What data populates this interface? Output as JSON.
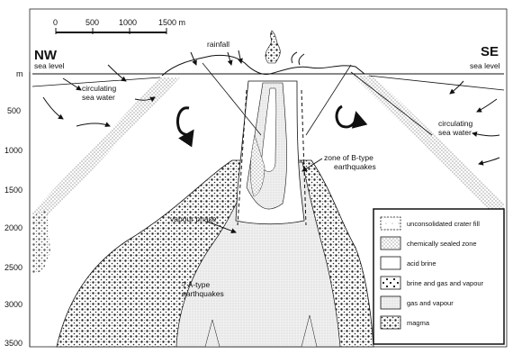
{
  "scale_bar": {
    "ticks": [
      "0",
      "500",
      "1000",
      "1500 m"
    ]
  },
  "directions": {
    "left": "NW",
    "right": "SE"
  },
  "sea_level": {
    "left": "sea level",
    "right": "sea level"
  },
  "depth_axis": {
    "unit": "m",
    "ticks": [
      "500",
      "1000",
      "1500",
      "2000",
      "2500",
      "3000",
      "3500"
    ]
  },
  "labels": {
    "rainfall": "rainfall",
    "circ_left": [
      "circulating",
      "sea water"
    ],
    "circ_right": [
      "circulating",
      "sea water"
    ],
    "zone_b": [
      "zone of B-type",
      "earthquakes"
    ],
    "vapour_phase": "vapour phase",
    "a_type": [
      "? A-type",
      "earthquakes"
    ]
  },
  "legend": [
    {
      "label": "unconsolidated crater fill",
      "pattern": "fill"
    },
    {
      "label": "chemically sealed zone",
      "pattern": "sealed"
    },
    {
      "label": "acid brine",
      "pattern": "brine"
    },
    {
      "label": "brine and gas and vapour",
      "pattern": "bgv"
    },
    {
      "label": "gas and vapour",
      "pattern": "gv"
    },
    {
      "label": "magma",
      "pattern": "magma"
    }
  ]
}
